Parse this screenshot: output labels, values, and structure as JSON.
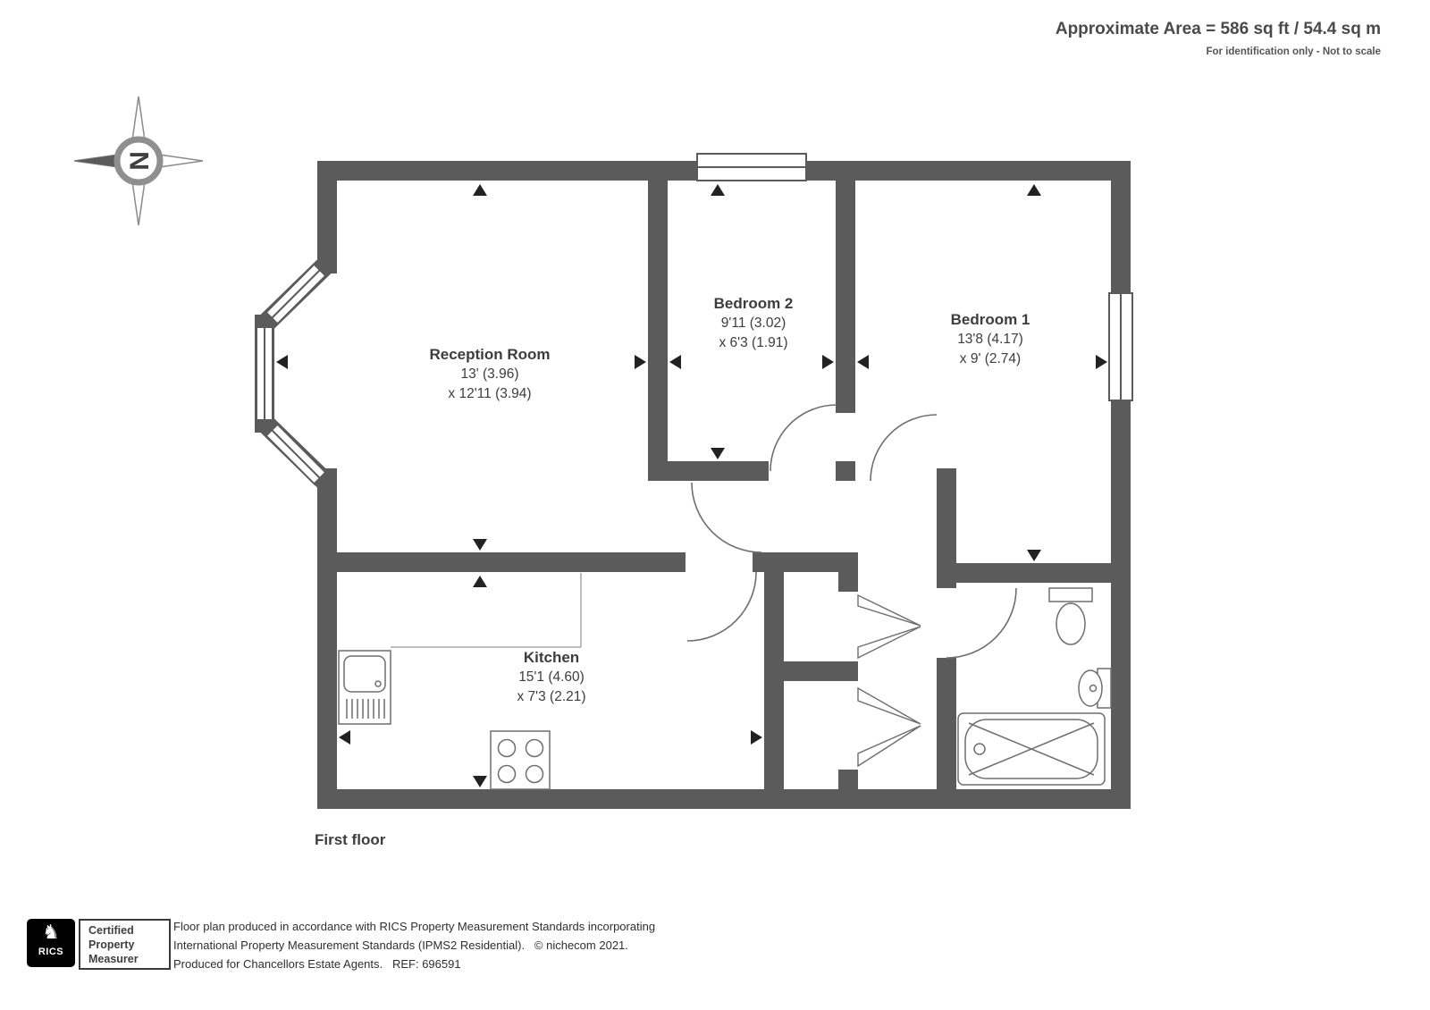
{
  "header": {
    "area": "Approximate Area = 586 sq ft / 54.4 sq m",
    "disclaimer": "For identification only - Not to scale"
  },
  "compass": {
    "north": "N"
  },
  "plan": {
    "floor_label": "First floor",
    "rooms": {
      "reception": {
        "name": "Reception Room",
        "dim1": "13' (3.96)",
        "dim2": "x 12'11 (3.94)"
      },
      "bedroom2": {
        "name": "Bedroom 2",
        "dim1": "9'11 (3.02)",
        "dim2": "x 6'3 (1.91)"
      },
      "bedroom1": {
        "name": "Bedroom 1",
        "dim1": "13'8 (4.17)",
        "dim2": "x 9' (2.74)"
      },
      "kitchen": {
        "name": "Kitchen",
        "dim1": "15'1 (4.60)",
        "dim2": "x 7'3 (2.21)"
      }
    }
  },
  "footer": {
    "rics": "RICS",
    "lion_icon": "chess-knight-glyph",
    "badge": {
      "line1": "Certified",
      "line2": "Property",
      "line3": "Measurer"
    },
    "text1": "Floor plan produced in accordance with RICS Property Measurement Standards incorporating",
    "text2": "International Property Measurement Standards (IPMS2 Residential).   © nichecom 2021.",
    "text3": "Produced for Chancellors Estate Agents.   REF: 696591"
  },
  "colors": {
    "wall": "#5b5b5b",
    "fixture_line": "#6e6e6e",
    "marker": "#222222",
    "text": "#3d3d3d"
  }
}
